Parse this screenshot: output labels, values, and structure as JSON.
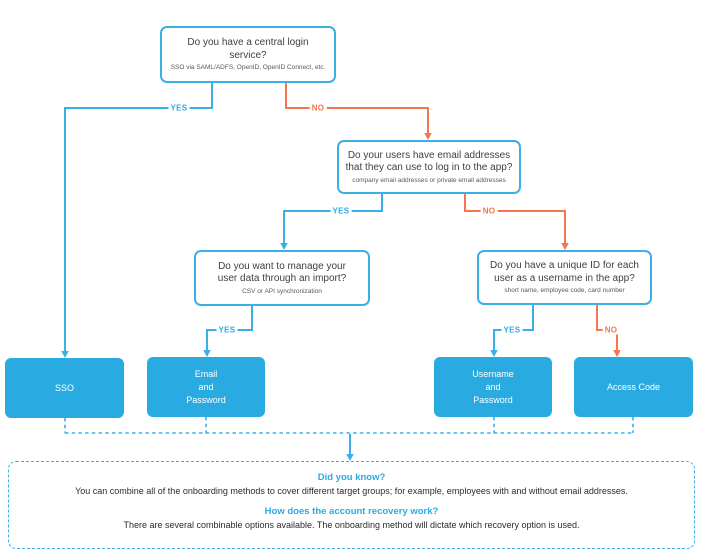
{
  "colors": {
    "accent_blue": "#29ABE2",
    "line_blue": "#3BB0E8",
    "orange": "#F4764E",
    "title_text": "#3F3F3F",
    "subtitle_text": "#58595B",
    "body_text": "#2B2B2B"
  },
  "labels": {
    "yes": "YES",
    "no": "NO"
  },
  "questions": [
    {
      "title": "Do you have a central login service?",
      "subtitle": "SSO via SAML/ADFS, OpenID, OpenID Connect, etc."
    },
    {
      "title": "Do your users have email addresses\nthat they can use to log in to the app?",
      "subtitle": "company email addresses or private email addresses"
    },
    {
      "title": "Do you want to manage your\nuser data through an import?",
      "subtitle": "CSV or API synchronization"
    },
    {
      "title": "Do you have a unique ID for each\nuser as a username in the app?",
      "subtitle": "short name, employee code, card number"
    }
  ],
  "outcomes": [
    {
      "label": "SSO"
    },
    {
      "label": "Email\nand\nPassword"
    },
    {
      "label": "Username\nand\nPassword"
    },
    {
      "label": "Access Code"
    }
  ],
  "info_box": {
    "sections": [
      {
        "heading": "Did you know?",
        "body": "You can combine all of the onboarding methods to cover different target groups; for example, employees with and without email addresses."
      },
      {
        "heading": "How does the account recovery work?",
        "body": "There are several combinable options available. The onboarding method will dictate which recovery option is used."
      }
    ]
  }
}
